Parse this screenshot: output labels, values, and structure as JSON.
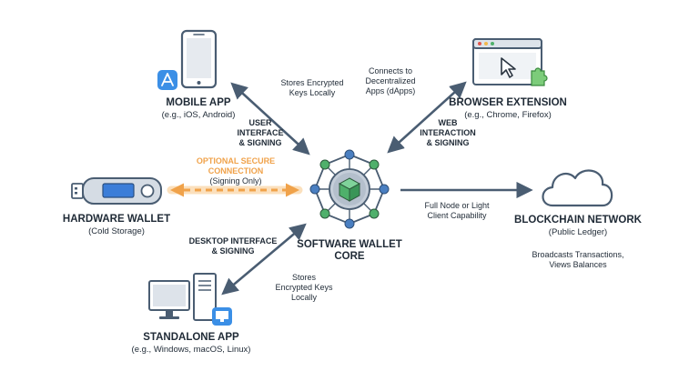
{
  "nodes": {
    "mobile": {
      "title": "MOBILE APP",
      "subtitle": "(e.g., iOS, Android)"
    },
    "browser": {
      "title": "BROWSER EXTENSION",
      "subtitle": "(e.g., Chrome, Firefox)"
    },
    "hardware": {
      "title": "HARDWARE WALLET",
      "subtitle": "(Cold Storage)"
    },
    "core": {
      "title_line1": "SOFTWARE WALLET",
      "title_line2": "CORE"
    },
    "blockchain": {
      "title": "BLOCKCHAIN NETWORK",
      "subtitle": "(Public Ledger)",
      "note_line1": "Broadcasts Transactions,",
      "note_line2": "Views Balances"
    },
    "standalone": {
      "title": "STANDALONE APP",
      "subtitle": "(e.g., Windows, macOS, Linux)"
    }
  },
  "edges": {
    "mobile": {
      "note_line1": "Stores Encrypted",
      "note_line2": "Keys Locally",
      "label_line1": "USER",
      "label_line2": "INTERFACE",
      "label_line3": "& SIGNING"
    },
    "browser": {
      "note_line1": "Connects to",
      "note_line2": "Decentralized",
      "note_line3": "Apps (dApps)",
      "label_line1": "WEB",
      "label_line2": "INTERACTION",
      "label_line3": "& SIGNING"
    },
    "hardware": {
      "label_line1": "OPTIONAL SECURE",
      "label_line2": "CONNECTION",
      "label_line3": "(Signing Only)"
    },
    "blockchain": {
      "label_line1": "Full Node or Light",
      "label_line2": "Client Capability"
    },
    "standalone": {
      "label_line1": "DESKTOP INTERFACE",
      "label_line2": "& SIGNING",
      "note_line1": "Stores",
      "note_line2": "Encrypted Keys",
      "note_line3": "Locally"
    }
  },
  "colors": {
    "arrow": "#4a5d72",
    "orange": "#f0a24a",
    "blue": "#4a7fc1",
    "green": "#4fb06b",
    "outline": "#4a5d72"
  }
}
